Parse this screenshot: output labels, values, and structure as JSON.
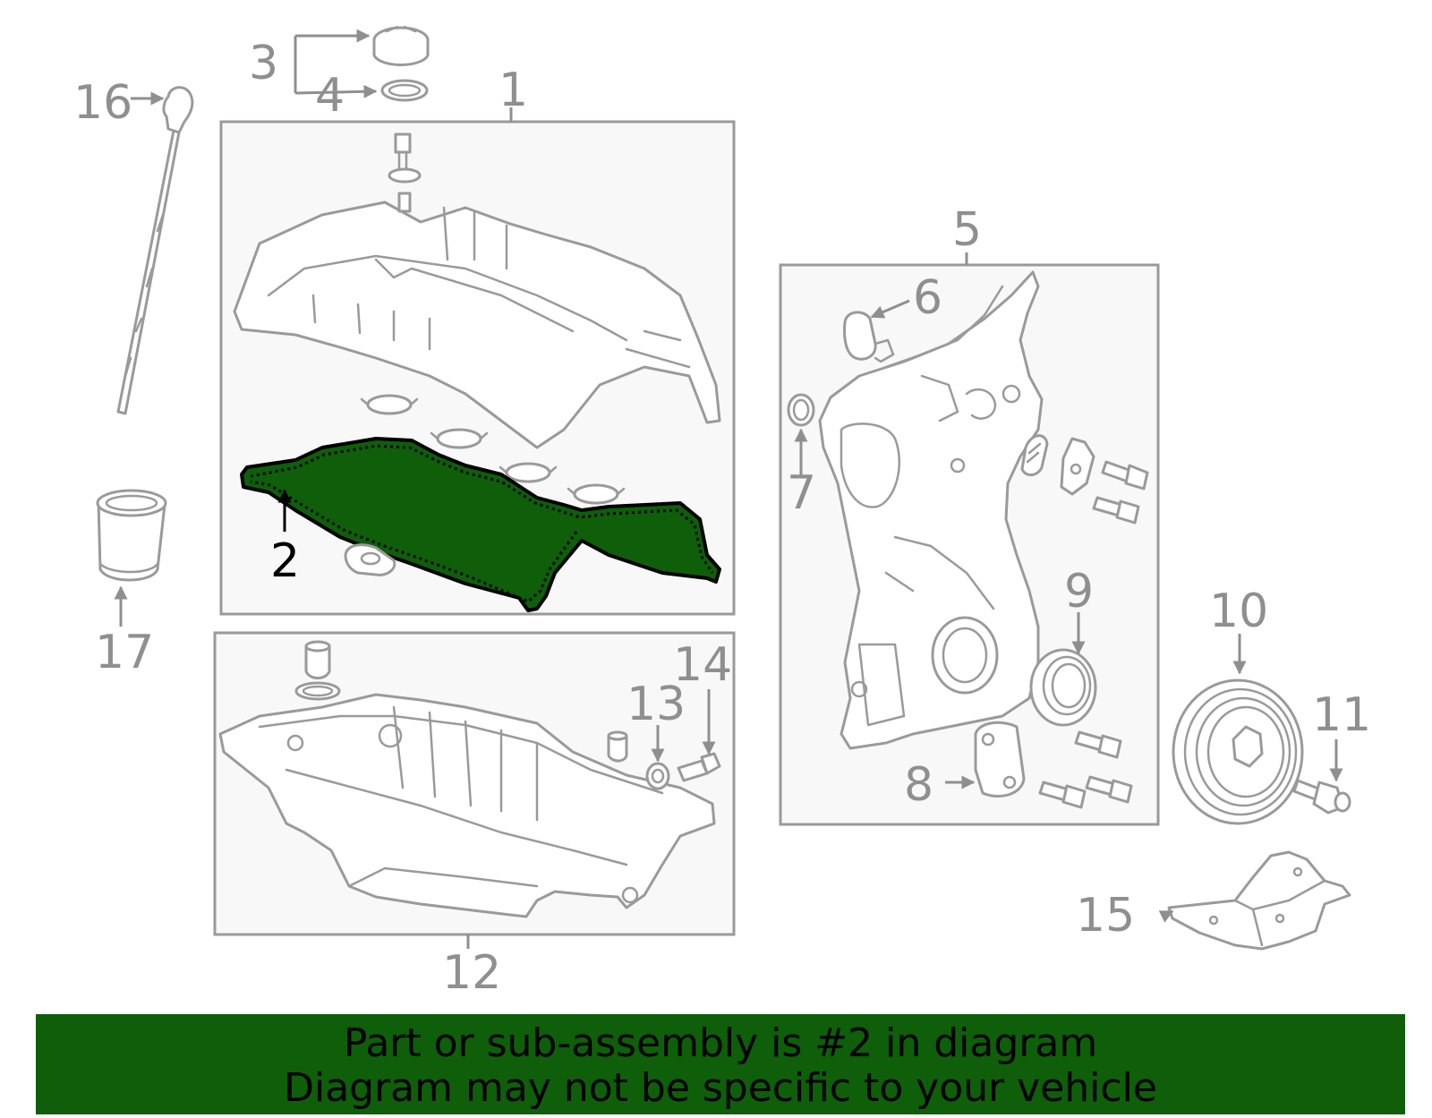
{
  "diagram": {
    "callouts": {
      "n1": "1",
      "n2": "2",
      "n3": "3",
      "n4": "4",
      "n5": "5",
      "n6": "6",
      "n7": "7",
      "n8": "8",
      "n9": "9",
      "n10": "10",
      "n11": "11",
      "n12": "12",
      "n13": "13",
      "n14": "14",
      "n15": "15",
      "n16": "16",
      "n17": "17"
    },
    "highlighted_part": "2"
  },
  "banner": {
    "line1": "Part or sub-assembly is #2 in diagram",
    "line2": "Diagram may not be specific to your vehicle"
  },
  "colors": {
    "highlight_fill": "#0e5e0a",
    "line_gray": "#9a9a9a",
    "label_gray": "#8f8f8f",
    "box_fill": "#f8f8f8"
  }
}
